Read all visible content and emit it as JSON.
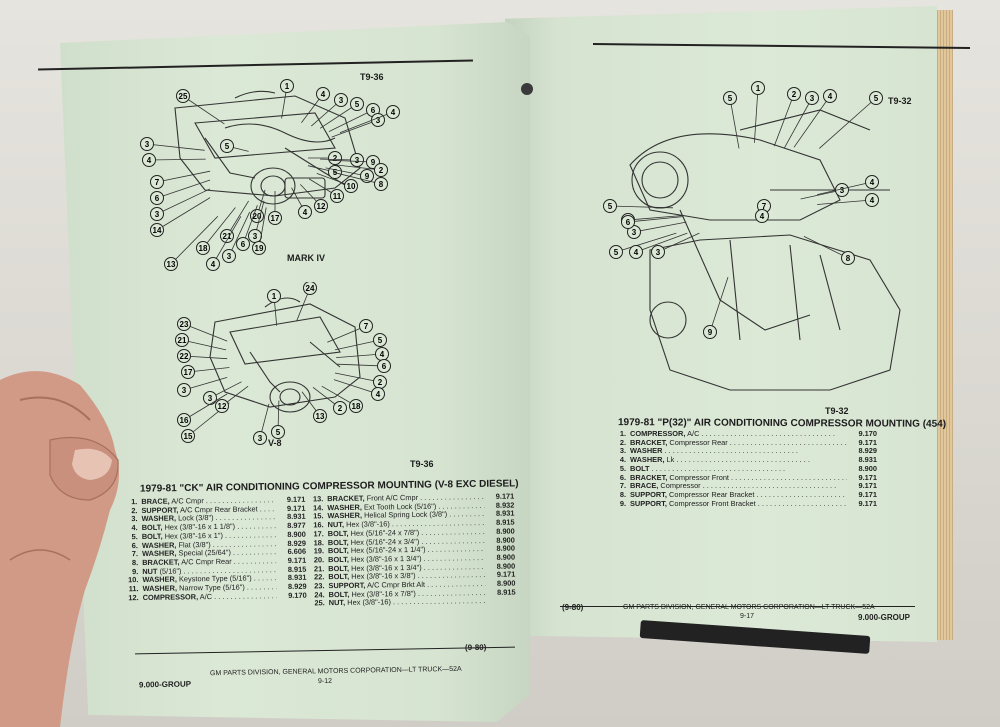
{
  "left_page": {
    "figure_code_top": "T9-36",
    "figure_code_bottom": "T9-36",
    "label_mark_iv": "MARK IV",
    "label_v8": "V-8",
    "mark_iv_callouts": [
      "25",
      "1",
      "4",
      "3",
      "5",
      "6",
      "3",
      "4",
      "3",
      "4",
      "5",
      "2",
      "3",
      "9",
      "2",
      "5",
      "4",
      "12",
      "11",
      "10",
      "9",
      "8",
      "7",
      "6",
      "3",
      "20",
      "17",
      "3",
      "21",
      "18",
      "13",
      "4",
      "3",
      "6",
      "19",
      "14"
    ],
    "v8_callouts": [
      "24",
      "1",
      "23",
      "21",
      "22",
      "17",
      "3",
      "3",
      "7",
      "5",
      "4",
      "6",
      "2",
      "4",
      "16",
      "15",
      "3",
      "5",
      "13",
      "2",
      "18",
      "12"
    ],
    "table_title": "1979-81 \"CK\" AIR CONDITIONING COMPRESSOR MOUNTING (V-8 EXC DIESEL)",
    "col1": [
      {
        "n": "1.",
        "name": "BRACE,",
        "desc": " A/C Cmpr",
        "part": "9.171"
      },
      {
        "n": "2.",
        "name": "SUPPORT,",
        "desc": " A/C Cmpr Rear Bracket",
        "part": "9.171"
      },
      {
        "n": "3.",
        "name": "WASHER,",
        "desc": " Lock (3/8\")",
        "part": "8.931"
      },
      {
        "n": "4.",
        "name": "BOLT,",
        "desc": " Hex (3/8\"-16 x 1 1/8\")",
        "part": "8.977"
      },
      {
        "n": "5.",
        "name": "BOLT,",
        "desc": " Hex (3/8\"-16 x 1\")",
        "part": "8.900"
      },
      {
        "n": "6.",
        "name": "WASHER,",
        "desc": " Flat (3/8\")",
        "part": "8.929"
      },
      {
        "n": "7.",
        "name": "WASHER,",
        "desc": " Special (25/64\")",
        "part": "6.606"
      },
      {
        "n": "8.",
        "name": "BRACKET,",
        "desc": " A/C Cmpr Rear",
        "part": "9.171"
      },
      {
        "n": "9.",
        "name": "NUT",
        "desc": " (5/16\")",
        "part": "8.915"
      },
      {
        "n": "10.",
        "name": "WASHER,",
        "desc": " Keystone Type (5/16\")",
        "part": "8.931"
      },
      {
        "n": "11.",
        "name": "WASHER,",
        "desc": " Narrow Type (5/16\")",
        "part": "8.929"
      },
      {
        "n": "12.",
        "name": "COMPRESSOR,",
        "desc": " A/C",
        "part": "9.170"
      }
    ],
    "col2": [
      {
        "n": "13.",
        "name": "BRACKET,",
        "desc": " Front A/C Cmpr",
        "part": "9.171"
      },
      {
        "n": "14.",
        "name": "WASHER,",
        "desc": " Ext Tooth Lock (5/16\")",
        "part": "8.932"
      },
      {
        "n": "15.",
        "name": "WASHER,",
        "desc": " Helical Spring Lock (3/8\")",
        "part": "8.931"
      },
      {
        "n": "16.",
        "name": "NUT,",
        "desc": " Hex (3/8\"-16)",
        "part": "8.915"
      },
      {
        "n": "17.",
        "name": "BOLT,",
        "desc": " Hex (5/16\"-24 x 7/8\")",
        "part": "8.900"
      },
      {
        "n": "18.",
        "name": "BOLT,",
        "desc": " Hex (5/16\"-24 x 3/4\")",
        "part": "8.900"
      },
      {
        "n": "19.",
        "name": "BOLT,",
        "desc": " Hex (5/16\"-24 x 1 1/4\")",
        "part": "8.900"
      },
      {
        "n": "20.",
        "name": "BOLT,",
        "desc": " Hex (3/8\"-16 x 1 3/4\")",
        "part": "8.900"
      },
      {
        "n": "21.",
        "name": "BOLT,",
        "desc": " Hex (3/8\"-16 x 1 3/4\")",
        "part": "8.900"
      },
      {
        "n": "22.",
        "name": "BOLT,",
        "desc": " Hex (3/8\"-16 x 3/8\")",
        "part": "9.171"
      },
      {
        "n": "23.",
        "name": "SUPPORT,",
        "desc": " A/C Cmpr Brkt Alt",
        "part": "8.900"
      },
      {
        "n": "24.",
        "name": "BOLT,",
        "desc": " Hex (3/8\"-16 x 7/8\")",
        "part": "8.915"
      },
      {
        "n": "25.",
        "name": "NUT,",
        "desc": " Hex (3/8\"-16)",
        "part": ""
      }
    ],
    "footer_group": "9.000-GROUP",
    "footer_center": "GM PARTS DIVISION, GENERAL MOTORS CORPORATION—LT TRUCK—52A",
    "footer_page": "9-12",
    "footer_date": "(9-80)"
  },
  "right_page": {
    "figure_code_top": "T9-32",
    "figure_code_bottom": "T9-32",
    "callouts": [
      "5",
      "1",
      "2",
      "3",
      "4",
      "5",
      "3",
      "4",
      "4",
      "5",
      "5",
      "3",
      "7",
      "6",
      "5",
      "4",
      "3",
      "4",
      "9",
      "8"
    ],
    "table_title": "1979-81 \"P(32)\" AIR CONDITIONING COMPRESSOR MOUNTING (454)",
    "items": [
      {
        "n": "1.",
        "name": "COMPRESSOR,",
        "desc": " A/C",
        "part": "9.170"
      },
      {
        "n": "2.",
        "name": "BRACKET,",
        "desc": " Compressor Rear",
        "part": "9.171"
      },
      {
        "n": "3.",
        "name": "WASHER",
        "desc": "",
        "part": "8.929"
      },
      {
        "n": "4.",
        "name": "WASHER,",
        "desc": " Lk",
        "part": "8.931"
      },
      {
        "n": "5.",
        "name": "BOLT",
        "desc": "",
        "part": "8.900"
      },
      {
        "n": "6.",
        "name": "BRACKET,",
        "desc": " Compressor Front",
        "part": "9.171"
      },
      {
        "n": "7.",
        "name": "BRACE,",
        "desc": " Compressor",
        "part": "9.171"
      },
      {
        "n": "8.",
        "name": "SUPPORT,",
        "desc": " Compressor Rear Bracket",
        "part": "9.171"
      },
      {
        "n": "9.",
        "name": "SUPPORT,",
        "desc": " Compressor Front Bracket",
        "part": "9.171"
      }
    ],
    "footer_date": "(9-80)",
    "footer_center": "GM PARTS DIVISION, GENERAL MOTORS CORPORATION—LT TRUCK—52A",
    "footer_page": "9-17",
    "footer_group": "9.000-GROUP"
  }
}
